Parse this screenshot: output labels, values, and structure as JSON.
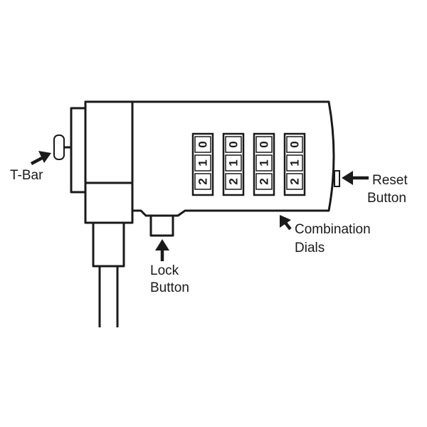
{
  "labels": {
    "t_bar": "T-Bar",
    "reset_line1": "Reset",
    "reset_line2": "Button",
    "lock_line1": "Lock",
    "lock_line2": "Button",
    "combo_line1": "Combination",
    "combo_line2": "Dials"
  },
  "dials": [
    {
      "digits": [
        "0",
        "1",
        "2"
      ]
    },
    {
      "digits": [
        "0",
        "1",
        "2"
      ]
    },
    {
      "digits": [
        "0",
        "1",
        "2"
      ]
    },
    {
      "digits": [
        "0",
        "1",
        "2"
      ]
    }
  ],
  "colors": {
    "ink": "#1a1a1a",
    "background": "#ffffff"
  }
}
